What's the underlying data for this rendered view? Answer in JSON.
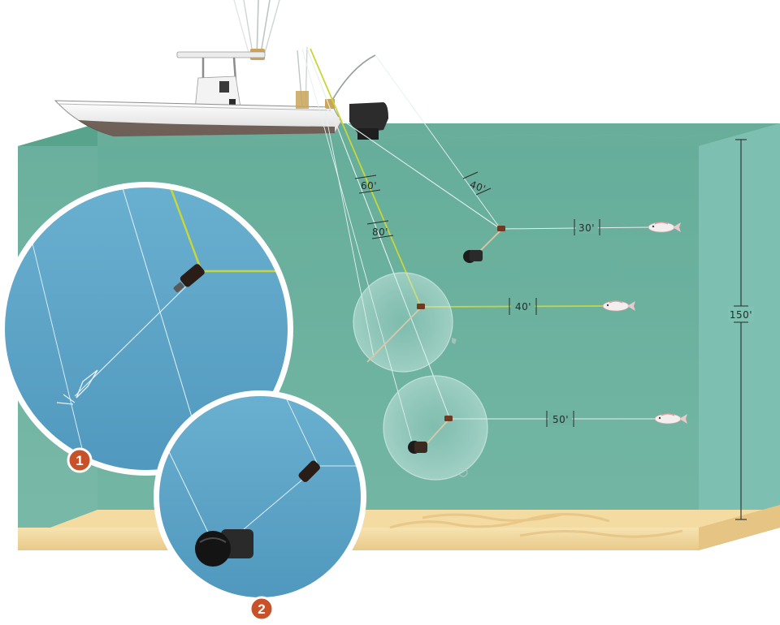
{
  "depth_labels": {
    "line_60": "60'",
    "line_80": "80'",
    "line_40_upper": "40'",
    "horizontal_30": "30'",
    "horizontal_40": "40'",
    "horizontal_50": "50'",
    "total_depth": "150'"
  },
  "callouts": {
    "inset_1": "1",
    "inset_2": "2"
  },
  "colors": {
    "water_front": "#66ad9a",
    "water_side": "#7cbfb0",
    "water_top": "#5fa88f",
    "inset_water": "#5fa6c8",
    "sand": "#f1d9a0",
    "leader_yellow": "#c8d63a",
    "line_white": "#e8f2f1",
    "badge": "#c7522a",
    "boat_hull": "#f2f2f2",
    "weight": "#1c1c1c"
  },
  "icons": [
    "boat-icon",
    "fish-icon",
    "sinker-icon",
    "swivel-icon"
  ]
}
